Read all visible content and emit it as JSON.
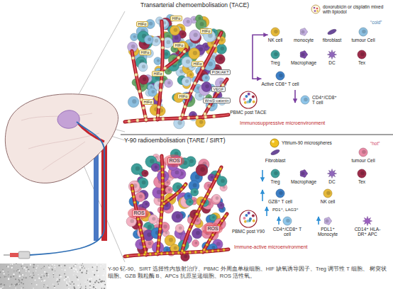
{
  "diagram": {
    "caption": "Y-90 钇-90、SIRT 选择性内放射治疗、PBMC 外周血单核细胞、HIF 缺氧诱导因子、Treg 调节性 T 细胞、 树突状细胞、GZB 颗粒酶 B、APCs 抗原呈递细胞、ROS 活性氧。",
    "nodes": [
      {
        "text": [
          "NK cell"
        ]
      },
      {
        "text": [
          "monocyte"
        ]
      },
      {
        "text": [
          "fibroblast"
        ]
      },
      {
        "text": [
          "tumour Cell"
        ]
      },
      {
        "text": [
          "Treg"
        ]
      },
      {
        "text": [
          "Macrophage"
        ]
      },
      {
        "text": [
          "DC"
        ]
      },
      {
        "text": [
          "Tex"
        ]
      },
      {
        "text": [
          "Active CD8⁺ T cell"
        ]
      },
      {
        "text": [
          "CD4⁺/CD8⁺ T cell"
        ]
      },
      {
        "text": [
          "PBMC post TACE"
        ]
      },
      {
        "text": [
          "Fibroblast"
        ]
      },
      {
        "text": [
          "tumour Cell"
        ]
      },
      {
        "text": [
          "Treg"
        ]
      },
      {
        "text": [
          "Macrophage"
        ]
      },
      {
        "text": [
          "DC"
        ]
      },
      {
        "text": [
          "Tex"
        ]
      },
      {
        "text": [
          "GZB⁺ T cell"
        ]
      },
      {
        "text": [
          "NK cell"
        ]
      },
      {
        "text": [
          "CD4⁺/CD8⁺ T cell"
        ]
      },
      {
        "text": [
          "PDL1⁺ Monocyte"
        ]
      },
      {
        "text": [
          "CD14⁺ HLA-DR⁺ APC"
        ]
      },
      {
        "text": [
          "PBMC post Y90"
        ]
      }
    ],
    "edges": [
      {
        "from": 8,
        "to": 0,
        "arrow": "both"
      }
    ],
    "labels": [
      "Transarterial chemoembolisation (TACE)",
      "“cold”",
      "Immunosuppressive microenvironment",
      "HIFα",
      "HIFα",
      "HIFα",
      "HIFα",
      "HIFα",
      "HIFα",
      "HIFα",
      "HIFα",
      "HIFα",
      "PI3K/AKT",
      "VEGF",
      "Wnt/β-catenin",
      "Y-90 radioembolisation (TARE / SIRT)",
      "“hot”",
      "PD1⁺, LAG3⁺",
      "Immune-active microenvironment",
      "ROS",
      "ROS",
      "ROS"
    ],
    "legend": [
      {
        "text": "doxorubicin or cisplatin mixed with lipiodol"
      },
      {
        "text": "Yttrium-90 microspheres"
      }
    ]
  }
}
